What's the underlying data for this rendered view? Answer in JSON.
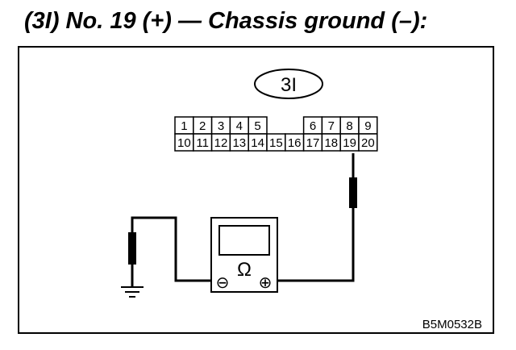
{
  "title": "(3I) No. 19 (+) — Chassis ground (–):",
  "connector": {
    "label": "3I",
    "top_row": [
      "1",
      "2",
      "3",
      "4",
      "5",
      "",
      "6",
      "7",
      "8",
      "9"
    ],
    "bottom_row": [
      "10",
      "11",
      "12",
      "13",
      "14",
      "15",
      "16",
      "17",
      "18",
      "19",
      "20"
    ]
  },
  "meter": {
    "unit_symbol": "Ω",
    "negative_symbol": "⊖",
    "positive_symbol": "⊕"
  },
  "figure_code": "B5M0532B"
}
